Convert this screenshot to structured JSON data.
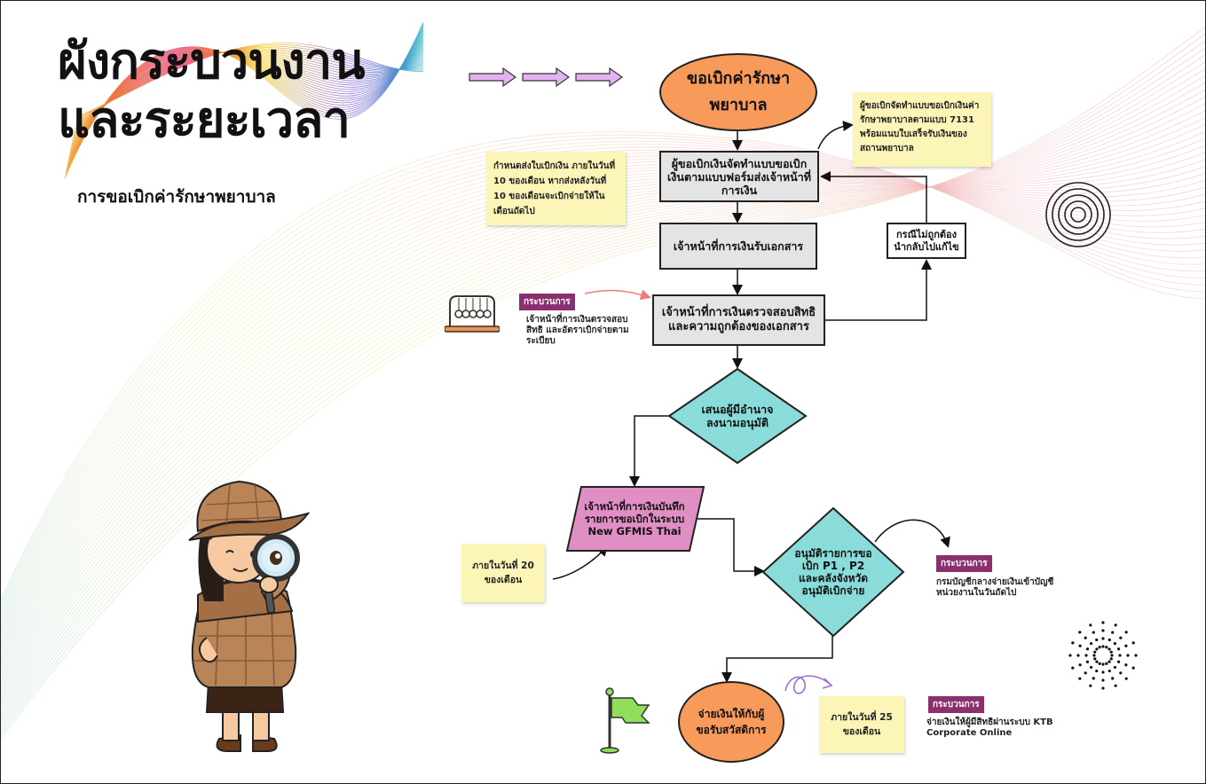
{
  "title_line1": "ผังกระบวนงาน",
  "title_line2": "และระยะเวลา",
  "subtitle": "การขอเบิกค่ารักษาพยาบาล",
  "start_node": "ขอเบิกค่ารักษาพยาบาล",
  "step1": "ผู้ขอเบิกเงินจัดทำแบบขอเบิกเงินตามแบบฟอร์มส่งเจ้าหน้าที่การเงิน",
  "step2": "เจ้าหน้าที่การเงินรับเอกสาร",
  "step3": "เจ้าหน้าที่การเงินตรวจสอบสิทธิและความถูกต้องของเอกสาร",
  "decision1": "เสนอผู้มีอำนาจลงนามอนุมัติ",
  "step4": "เจ้าหน้าที่การเงินบันทึกรายการขอเบิกในระบบ New GFMIS Thai",
  "decision2": "อนุมัติรายการขอเบิก P1 , P2 และคลังจังหวัดอนุมัติเบิกจ่าย",
  "end_node": "จ่ายเงินให้กับผู้ขอรับสวัสดิการ",
  "return_box": "กรณีไม่ถูกต้องนำกลับไปแก้ไข",
  "note_form": "ผู้ขอเบิกจัดทำแบบขอเบิกเงินค่ารักษาพยาบาลตามแบบ 7131 พร้อมแนบใบเสร็จรับเงินของสถานพยาบาล",
  "note_deadline": "กำหนดส่งใบเบิกเงิน ภายในวันที่ 10 ของเดือน หากส่งหลังวันที่ 10 ของเดือนจะเบิกจ่ายให้ในเดือนถัดไป",
  "note_day20": "ภายในวันที่ 20 ของเดือน",
  "note_day25": "ภายในวันที่ 25 ของเดือน",
  "process_tag": "กระบวนการ",
  "process_check": "เจ้าหน้าที่การเงินตรวจสอบสิทธิ และอัตราเบิกจ่ายตามระเบียบ",
  "process_transfer": "กรมบัญชีกลางจ่ายเงินเข้าบัญชีหน่วยงานในวันถัดไป",
  "process_ktb": "จ่ายเงินให้ผู้มีสิทธิผ่านระบบ KTB Corporate Online",
  "colors": {
    "start_fill": "#f79a5a",
    "decision_fill": "#89dcd9",
    "record_fill": "#e08fc4",
    "step_fill": "#e4e4e4",
    "note_fill": "#fbf6b8",
    "tag_fill": "#8b2f6e",
    "arrow_fill": "#e4b3ef"
  }
}
